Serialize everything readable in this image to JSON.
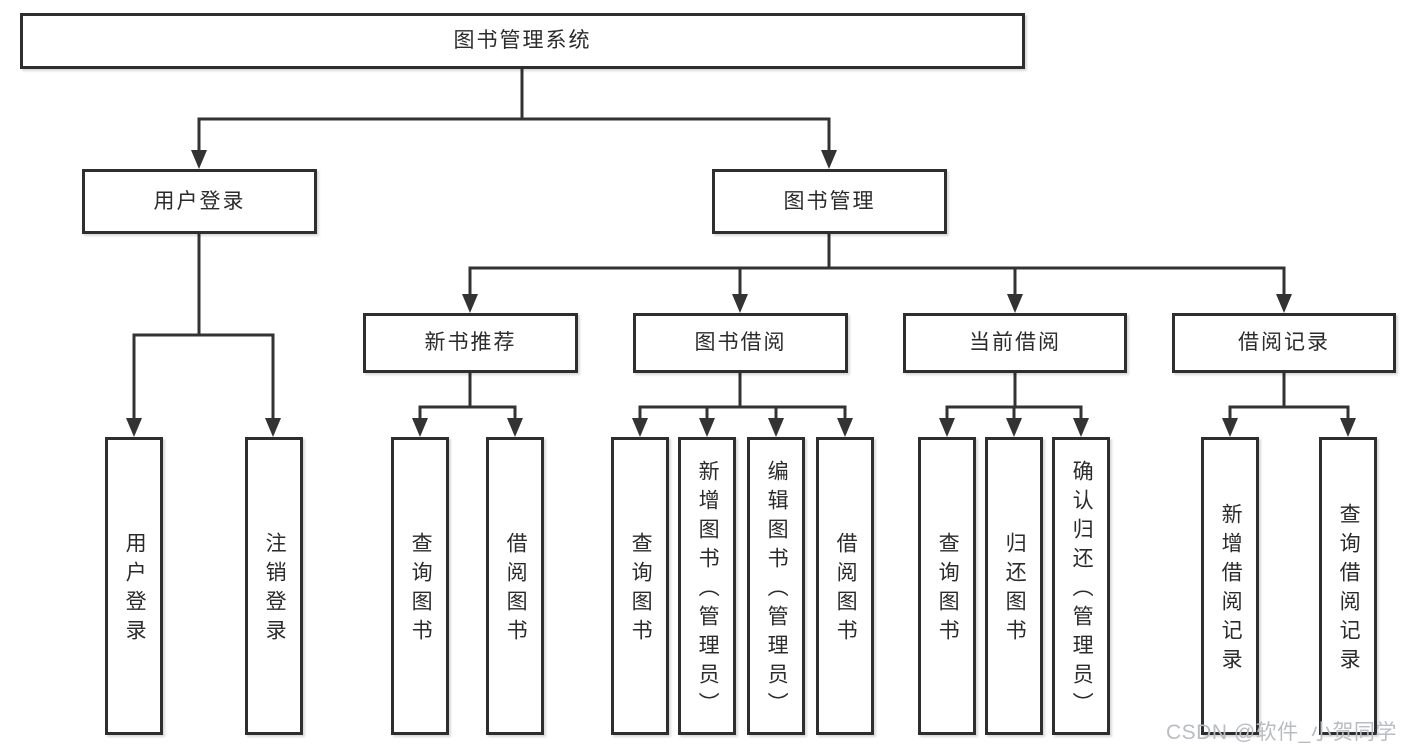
{
  "tree": {
    "root": {
      "label": "图书管理系统"
    },
    "branches": [
      {
        "label": "用户登录",
        "children": [
          "用户登录",
          "注销登录"
        ]
      },
      {
        "label": "图书管理",
        "groups": [
          {
            "label": "新书推荐",
            "children": [
              "查询图书",
              "借阅图书"
            ]
          },
          {
            "label": "图书借阅",
            "children": [
              "查询图书",
              "新增图书（管理员）",
              "编辑图书（管理员）",
              "借阅图书"
            ]
          },
          {
            "label": "当前借阅",
            "children": [
              "查询图书",
              "归还图书",
              "确认归还（管理员）"
            ]
          },
          {
            "label": "借阅记录",
            "children": [
              "新增借阅记录",
              "查询借阅记录"
            ]
          }
        ]
      }
    ]
  },
  "watermark": "CSDN @软件_小贺同学",
  "colors": {
    "line": "#333333",
    "border": "#2e2e2e",
    "text": "#2b2b2b",
    "background": "#ffffff",
    "watermark": "#b9bdc3"
  }
}
